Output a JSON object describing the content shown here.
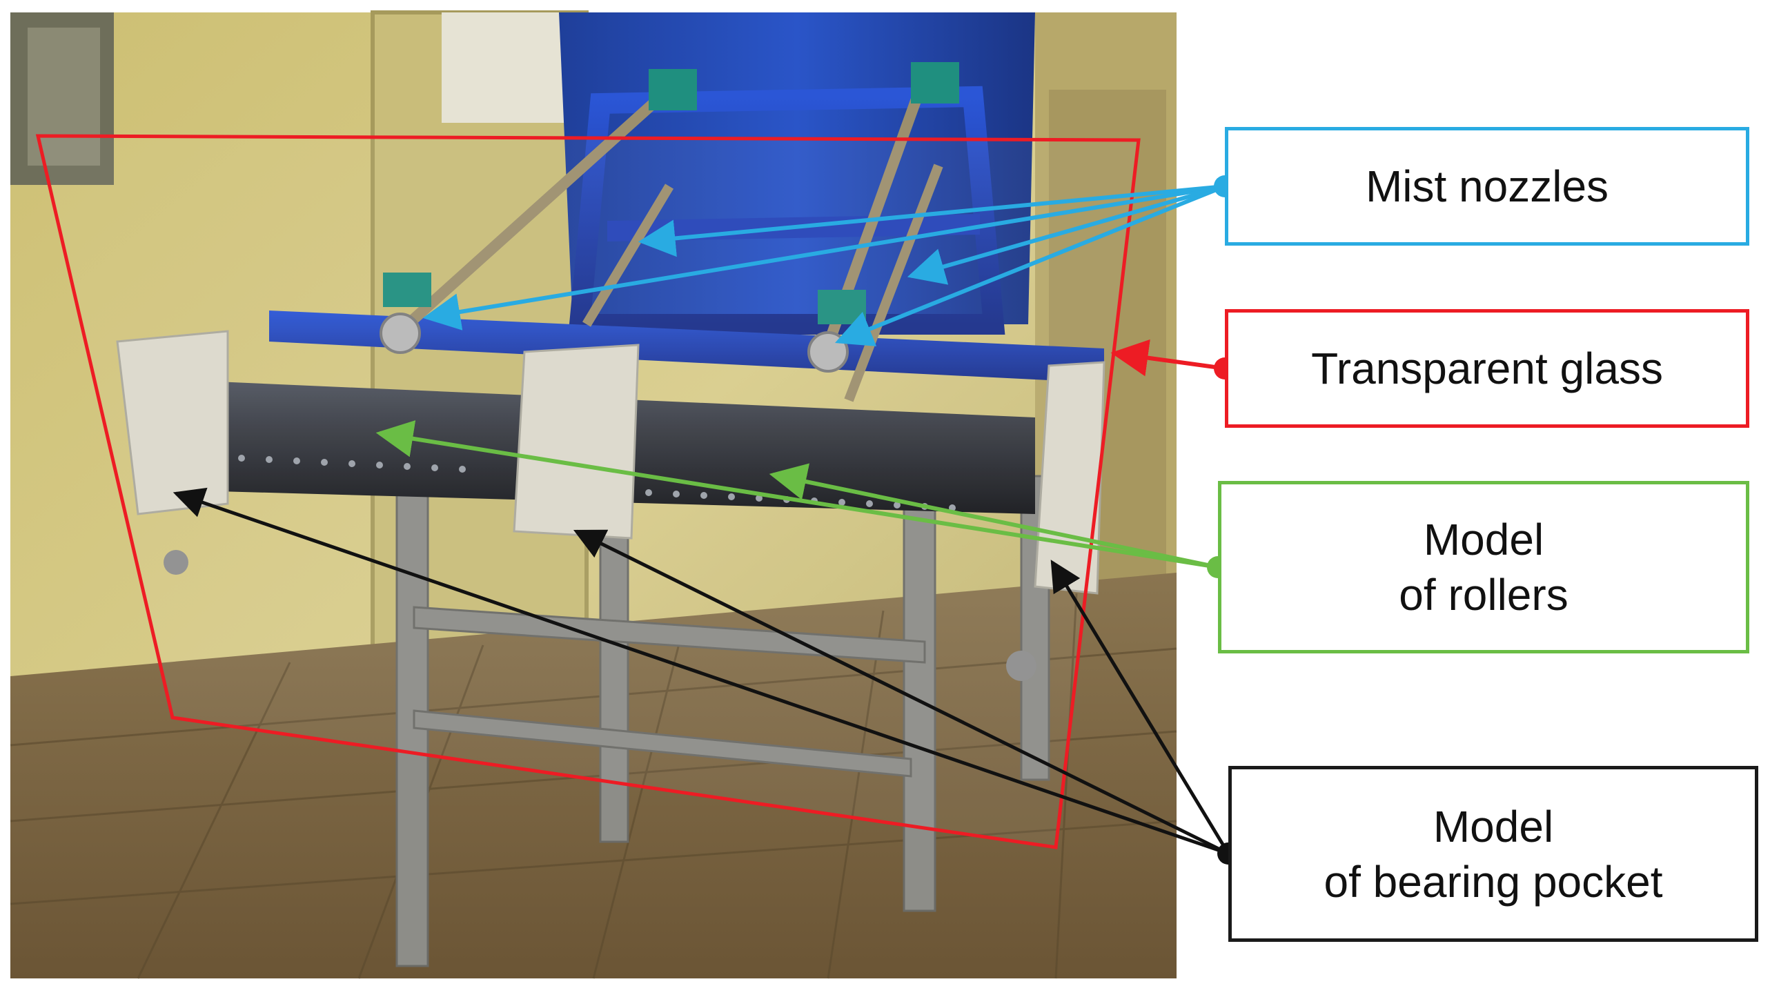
{
  "colors": {
    "mist_nozzles": "#29abe2",
    "transparent_glass": "#ed1c24",
    "model_of_rollers": "#6abd45",
    "model_of_bearing_pocket": "#1a1a1a",
    "frame_blue": "#2443b8",
    "roller_dark": "#2b2d33",
    "support_block": "#d9d6c8",
    "wall_yellow": "#cfc27e",
    "floor_brown": "#7a6540"
  },
  "callouts": [
    {
      "id": "mist",
      "lines": [
        "Mist nozzles"
      ],
      "color_key": "mist_nozzles"
    },
    {
      "id": "glass",
      "lines": [
        "Transparent glass"
      ],
      "color_key": "transparent_glass"
    },
    {
      "id": "rollers",
      "lines": [
        "Model",
        "of rollers"
      ],
      "color_key": "model_of_rollers"
    },
    {
      "id": "bearing",
      "lines": [
        "Model",
        "of bearing pocket"
      ],
      "color_key": "model_of_bearing_pocket"
    }
  ],
  "photo": {
    "icons": [
      "nozzle-icon",
      "roller-icon",
      "bearing-block-icon",
      "glass-panel-icon",
      "frame-icon"
    ]
  }
}
